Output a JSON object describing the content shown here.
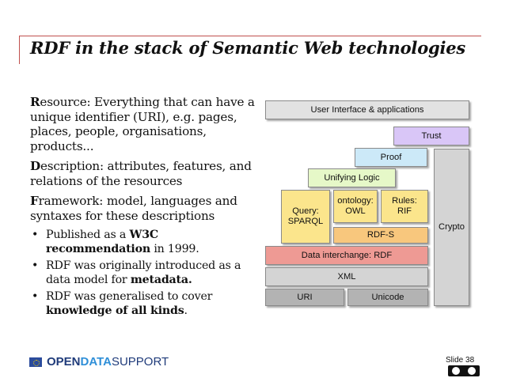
{
  "title": "RDF in the stack of Semantic Web technologies",
  "paragraphs": [
    {
      "initial": "R",
      "rest": "esource: Everything that can have a unique identifier (URI), e.g. pages, places, people, organisations, products..."
    },
    {
      "initial": "D",
      "rest": "escription: attributes, features, and relations of the resources"
    },
    {
      "initial": "F",
      "rest": "ramework: model, languages and syntaxes for these descriptions"
    }
  ],
  "bullets": [
    {
      "pre": "Published as a ",
      "strong": "W3C recommendation",
      "post": " in 1999."
    },
    {
      "pre": "RDF was originally introduced as a data model for ",
      "strong": "metadata.",
      "post": ""
    },
    {
      "pre": "RDF was generalised to cover ",
      "strong": "knowledge of all kinds",
      "post": "."
    }
  ],
  "stack": {
    "ui": "User Interface & applications",
    "trust": "Trust",
    "proof": "Proof",
    "logic": "Unifying Logic",
    "query": "Query:\nSPARQL",
    "ontology": "ontology:\nOWL",
    "rules": "Rules:\nRIF",
    "rdfs": "RDF-S",
    "data": "Data interchange: RDF",
    "xml": "XML",
    "uri": "URI",
    "unicode": "Unicode",
    "crypto": "Crypto"
  },
  "colors": {
    "accent_line": "#c0504d",
    "trust": "#d9c6f7",
    "proof": "#cce9f8",
    "logic": "#e6f8c8",
    "query": "#fbe58c",
    "ontology": "#fbe58c",
    "rules": "#fbe58c",
    "rdfs": "#f8c77d",
    "data": "#ee9a94",
    "xml": "#d4d4d4",
    "uri": "#b3b3b3",
    "unicode": "#b3b3b3",
    "crypto": "#d4d4d4",
    "ui": "#e2e2e2"
  },
  "footer": {
    "logo_open": "OPEN ",
    "logo_data": "DATA",
    "logo_support": "SUPPORT",
    "slide": "Slide 38"
  }
}
